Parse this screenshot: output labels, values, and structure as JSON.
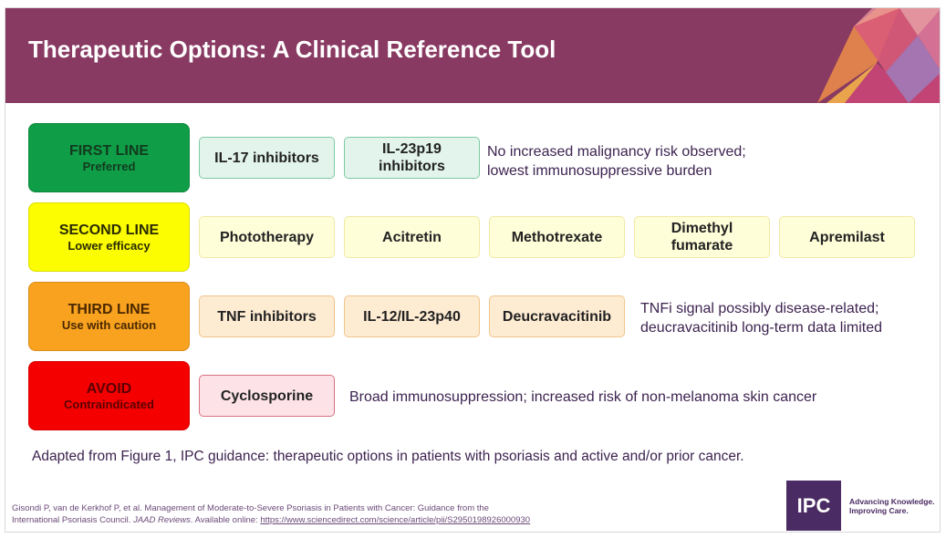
{
  "header": {
    "title": "Therapeutic Options: A Clinical Reference Tool"
  },
  "rows": [
    {
      "level": "FIRST LINE",
      "sub": "Preferred",
      "color": "#0f9d47",
      "drugs": [
        "IL-17 inhibitors",
        "IL-23p19 inhibitors"
      ],
      "note": [
        "No increased malignancy risk observed;",
        "lowest immunosuppressive burden"
      ]
    },
    {
      "level": "SECOND LINE",
      "sub": "Lower efficacy",
      "color": "#fbfd00",
      "drugs": [
        "Phototherapy",
        "Acitretin",
        "Methotrexate",
        "Dimethyl fumarate",
        "Apremilast"
      ]
    },
    {
      "level": "THIRD LINE",
      "sub": "Use with caution",
      "color": "#f8a21f",
      "drugs": [
        "TNF inhibitors",
        "IL-12/IL-23p40",
        "Deucravacitinib"
      ],
      "note": [
        "TNFi signal possibly disease-related;",
        "deucravacitinib long-term data limited"
      ]
    },
    {
      "level": "AVOID",
      "sub": "Contraindicated",
      "color": "#f50000",
      "drugs": [
        "Cyclosporine"
      ],
      "note": [
        "Broad immunosuppression; increased risk of non-melanoma skin cancer"
      ]
    }
  ],
  "caption": "Adapted from Figure 1, IPC guidance: therapeutic options in patients with psoriasis and active and/or prior cancer.",
  "citation": {
    "line1": "Gisondi P, van de Kerkhof P, et al. Management of Moderate-to-Severe Psoriasis in Patients with Cancer: Guidance from the",
    "line2_prefix": "International Psoriasis Council. ",
    "journal": "JAAD Reviews",
    "line2_mid": ". Available online: ",
    "url": "https://www.sciencedirect.com/science/article/pii/S2950198926000930"
  },
  "logo": {
    "text": "IPC",
    "tagline1": "Advancing Knowledge.",
    "tagline2": "Improving Care."
  }
}
